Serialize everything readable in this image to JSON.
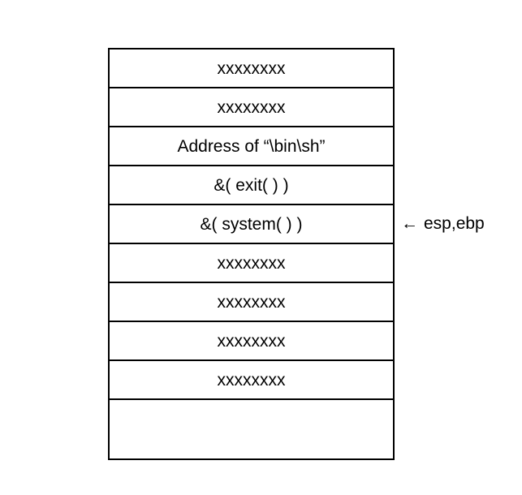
{
  "stack": {
    "cells": [
      "xxxxxxxx",
      "xxxxxxxx",
      "Address of “\\bin\\sh”",
      "&( exit( ) )",
      "&( system( ) )",
      "xxxxxxxx",
      "xxxxxxxx",
      "xxxxxxxx",
      "xxxxxxxx",
      ""
    ]
  },
  "pointer": {
    "arrow": "←",
    "label": "esp,ebp",
    "icon": "left-arrow-icon"
  }
}
